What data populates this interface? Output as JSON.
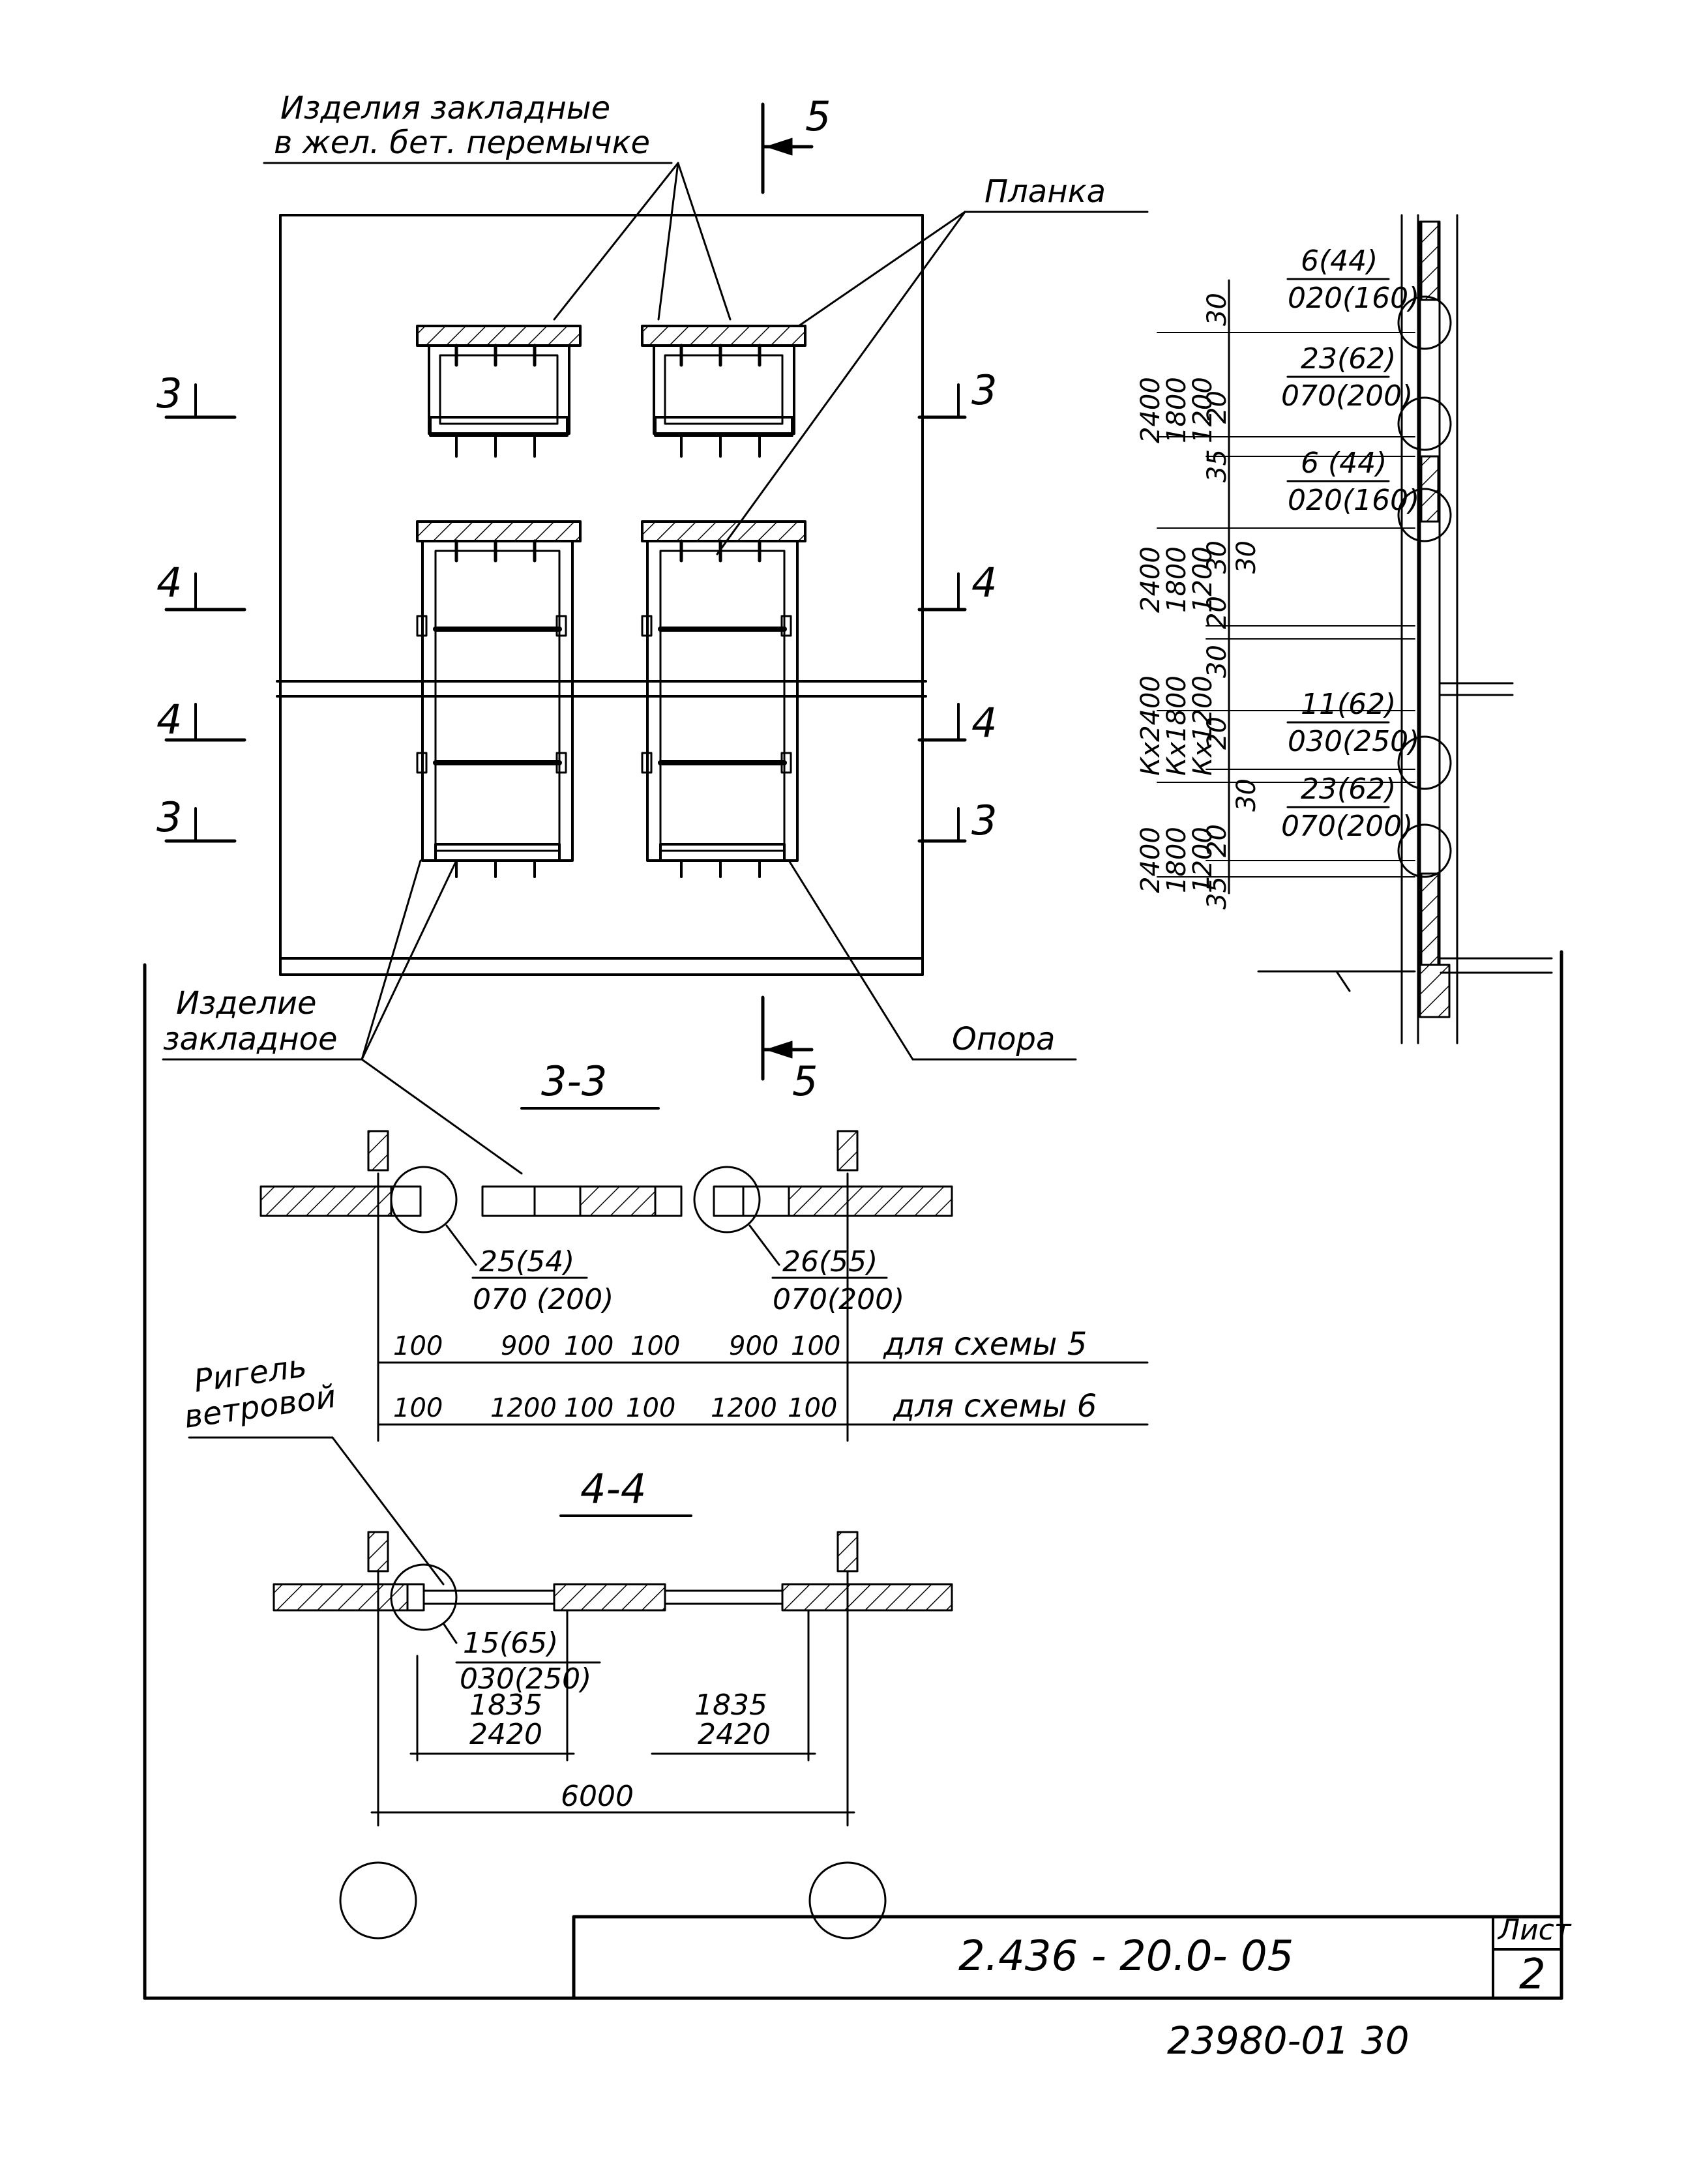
{
  "labels": {
    "embedded_lintel_line1": "Изделия закладные",
    "embedded_lintel_line2": "в жел. бет. перемычке",
    "plank": "Планка",
    "embedded_item_line1": "Изделие",
    "embedded_item_line2": "закладное",
    "support": "Опора",
    "wind_rail_line1": "Ригель",
    "wind_rail_line2": "ветровой"
  },
  "section_marks": {
    "top_5": "5",
    "bottom_5": "5",
    "left_3_top": "3",
    "right_3_top": "3",
    "left_4_top": "4",
    "right_4_top": "4",
    "left_4_bottom": "4",
    "right_4_bottom": "4",
    "left_3_bottom": "3",
    "right_3_bottom": "3",
    "section_3_3": "3-3",
    "section_4_4": "4-4"
  },
  "right_elevation": {
    "callouts": [
      {
        "num": "6(44)",
        "code": "020(160)"
      },
      {
        "num": "23(62)",
        "code": "070(200)"
      },
      {
        "num": "6 (44)",
        "code": "020(160)"
      },
      {
        "num": "11(62)",
        "code": "030(250)"
      },
      {
        "num": "23(62)",
        "code": "070(200)"
      }
    ],
    "heights": [
      [
        "2400",
        "1800",
        "1200"
      ],
      [
        "2400",
        "1800",
        "1200"
      ],
      [
        "Кх2400",
        "Кх1800",
        "Кх1200"
      ],
      [
        "2400",
        "1800",
        "1200"
      ]
    ],
    "dims": [
      "30",
      "20",
      "35",
      "30",
      "30",
      "20",
      "30",
      "20",
      "30",
      "20",
      "35"
    ]
  },
  "section_3_3": {
    "callout_left": {
      "num": "25(54)",
      "code": "070 (200)"
    },
    "callout_right": {
      "num": "26(55)",
      "code": "070(200)"
    },
    "row_scheme5": [
      "100",
      "900",
      "100",
      "100",
      "900",
      "100"
    ],
    "row_scheme6": [
      "100",
      "1200",
      "100",
      "100",
      "1200",
      "100"
    ],
    "scheme5": "для схемы 5",
    "scheme6": "для схемы 6"
  },
  "section_4_4": {
    "callout": {
      "num": "15(65)",
      "code": "030(250)"
    },
    "left_dim_top": "1835",
    "left_dim_bottom": "2420",
    "right_dim_top": "1835",
    "right_dim_bottom": "2420",
    "total": "6000"
  },
  "title_block": {
    "doc_code": "2.436 - 20.0- 05",
    "sheet_label": "Лист",
    "sheet_number": "2"
  },
  "stamp": "23980-01  30"
}
